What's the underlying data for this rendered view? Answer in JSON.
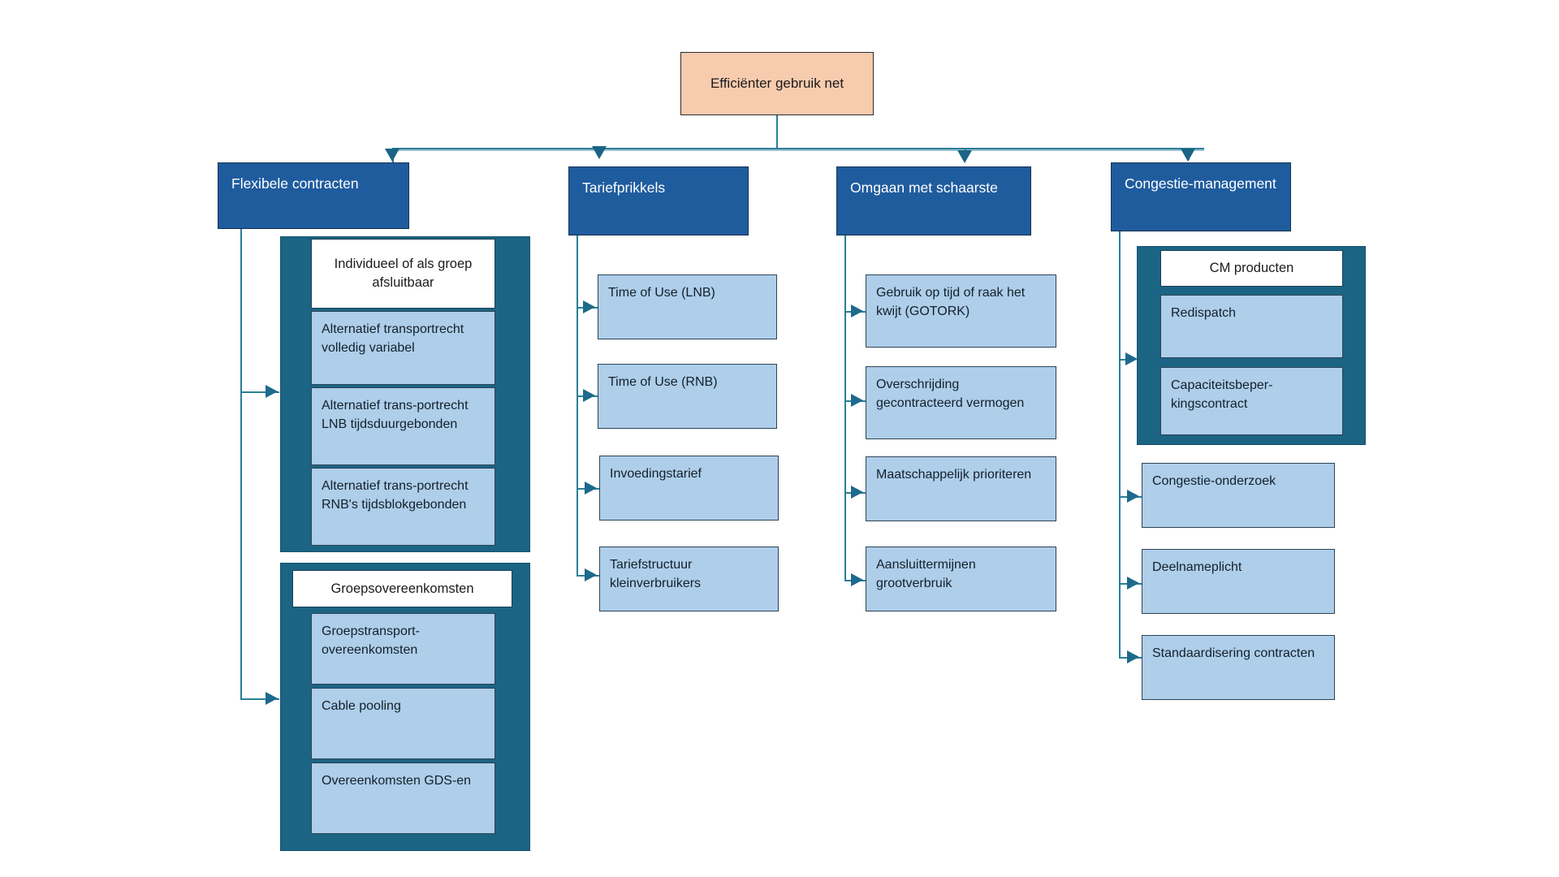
{
  "diagram": {
    "title": "Efficienter gebruik net overzicht",
    "root": {
      "label": "Efficiënter gebruik net"
    },
    "colors": {
      "root_fill": "#f7cbae",
      "pillar_header_fill": "#1f5c9e",
      "group_frame_fill": "#1b6484",
      "leaf_fill": "#aeceea",
      "white_head_fill": "#ffffff",
      "connector": "#2a7e96",
      "border": "#2d4454"
    },
    "pillars": [
      {
        "header": "Flexibele contracten",
        "groups": [
          {
            "head": "Individueel of als groep afsluitbaar",
            "items": [
              "Alternatief transportrecht volledig variabel",
              "Alternatief trans-portrecht LNB tijdsduurgebonden",
              "Alternatief trans-portrecht  RNB's tijdsblokgebonden"
            ]
          },
          {
            "head": "Groepsovereenkomsten",
            "items": [
              "Groepstransport-overeenkomsten",
              "Cable pooling",
              "Overeenkomsten GDS-en"
            ]
          }
        ],
        "items": []
      },
      {
        "header": "Tariefprikkels",
        "groups": [],
        "items": [
          "Time of Use (LNB)",
          "Time of Use (RNB)",
          "Invoedingstarief",
          "Tariefstructuur kleinverbruikers"
        ]
      },
      {
        "header": "Omgaan met schaarste",
        "groups": [],
        "items": [
          "Gebruik op tijd of raak het kwijt (GOTORK)",
          "Overschrijding gecontracteerd vermogen",
          "Maatschappelijk prioriteren",
          "Aansluittermijnen grootverbruik"
        ]
      },
      {
        "header": "Congestie-management",
        "groups": [
          {
            "head": "CM producten",
            "items": [
              "Redispatch",
              "Capaciteitsbeper-kingscontract"
            ]
          }
        ],
        "items": [
          "Congestie-onderzoek",
          "Deelnameplicht",
          "Standaardisering contracten"
        ]
      }
    ]
  }
}
